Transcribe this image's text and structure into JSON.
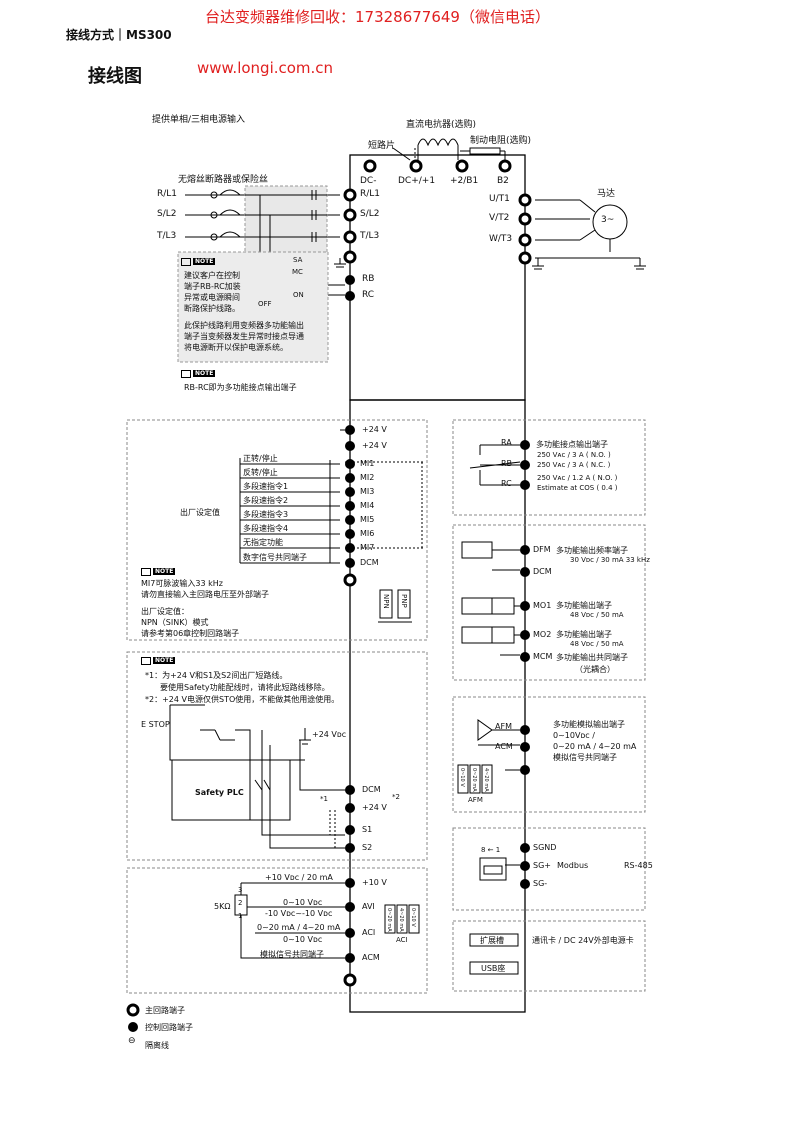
{
  "header": {
    "promo": "台达变频器维修回收：17328677649（微信电话）",
    "doc_title": "接线方式｜MS300",
    "section_title": "接线图",
    "url": "www.longi.com.cn"
  },
  "top": {
    "power_input": "提供单相/三相电源输入",
    "dc_reactor": "直流电抗器(选购)",
    "short_bar": "短路片",
    "brake_resistor": "制动电阻(选购)",
    "breaker": "无熔丝断路器或保险丝",
    "motor": "马达",
    "motor_symbol": "3~",
    "input_lines": [
      "R/L1",
      "S/L2",
      "T/L3"
    ],
    "dc_terminals": [
      "DC-",
      "DC+/+1",
      "+2/B1",
      "B2"
    ],
    "input_terminals": [
      "R/L1",
      "S/L2",
      "T/L3"
    ],
    "output_terminals": [
      "U/T1",
      "V/T2",
      "W/T3"
    ],
    "relay_terms": [
      "RB",
      "RC"
    ],
    "sa": "SA",
    "mc": "MC",
    "on": "ON",
    "off": "OFF",
    "note_text": [
      "建议客户在控制",
      "端子RB-RC加装",
      "异常或电源瞬间",
      "断路保护线路。",
      "",
      "此保护线路利用变频器多功能输出",
      "端子当变频器发生异常时接点导通",
      "将电源断开以保护电源系统。"
    ],
    "note2_text": "RB-RC即为多功能接点输出端子",
    "note_label": "NOTE"
  },
  "digital": {
    "p24a": "+24 V",
    "p24b": "+24 V",
    "factory": "出厂设定值",
    "inputs": [
      {
        "label": "正转/停止",
        "term": "MI1"
      },
      {
        "label": "反转/停止",
        "term": "MI2"
      },
      {
        "label": "多段速指令1",
        "term": "MI3"
      },
      {
        "label": "多段速指令2",
        "term": "MI4"
      },
      {
        "label": "多段速指令3",
        "term": "MI5"
      },
      {
        "label": "多段速指令4",
        "term": "MI6"
      },
      {
        "label": "无指定功能",
        "term": "MI7"
      },
      {
        "label": "数字信号共同端子",
        "term": "DCM"
      }
    ],
    "note1": "MI7可脉波输入33 kHz",
    "note2": "请勿直接输入主回路电压至外部端子",
    "default_title": "出厂设定值：",
    "default_mode": "NPN（SINK）模式",
    "default_ref": "请参考第06章控制回路端子",
    "npn": "NPN",
    "pnp": "PNP"
  },
  "sto": {
    "n1": "*1：为+24 V和S1及S2间出厂短路线。",
    "n1b": "要使用Safety功能配线时，请将此短路线移除。",
    "n2": "*2：+24 V电源仅供STO使用，不能做其他用途使用。",
    "estop": "E STOP",
    "plc": "Safety PLC",
    "v24": "+24 Vᴅᴄ",
    "terms": [
      "DCM",
      "+24 V",
      "S1",
      "S2"
    ],
    "mark1": "*1",
    "mark2": "*2"
  },
  "analog_in": {
    "terms": [
      "+10 V",
      "AVI",
      "ACI",
      "ACM"
    ],
    "l1": "+10 Vᴅᴄ / 20 mA",
    "l2": "0~10 Vᴅᴄ",
    "l3": "-10 Vᴅᴄ~-10 Vᴅᴄ",
    "l4": "0~20 mA / 4~20 mA",
    "l5": "0~10 Vᴅᴄ",
    "l6": "模拟信号共同端子",
    "pot": "5KΩ",
    "pins": [
      "3",
      "2",
      "1"
    ],
    "aci": "ACI",
    "sw_labels": [
      "0~20 mA",
      "4~20 mA",
      "0~10 V"
    ]
  },
  "relay_out": {
    "terms": [
      "RA",
      "RB",
      "RC"
    ],
    "title": "多功能接点输出端子",
    "r1": "250 Vᴀᴄ / 3 A ( N.O. )",
    "r2": "250 Vᴀᴄ / 3 A ( N.C. )",
    "r3": "250 Vᴀᴄ / 1.2 A ( N.O. )",
    "r4": "Estimate at COS ( 0.4 )"
  },
  "freq_out": {
    "dfm": "DFM",
    "dfm_title": "多功能输出频率端子",
    "dfm_spec": "30 Vᴅᴄ / 30 mA  33 kHz",
    "dcm": "DCM",
    "mo1": "MO1",
    "mo1_title": "多功能输出端子",
    "mo1_spec": "48 Vᴅᴄ / 50 mA",
    "mo2": "MO2",
    "mo2_title": "多功能输出端子",
    "mo2_spec": "48 Vᴅᴄ / 50 mA",
    "mcm": "MCM",
    "mcm_title": "多功能输出共同端子",
    "mcm_sub": "（光耦合）"
  },
  "analog_out": {
    "afm": "AFM",
    "acm": "ACM",
    "title": "多功能模拟输出端子",
    "s1": "0~10Vᴅᴄ /",
    "s2": "0~20 mA / 4~20 mA",
    "s3": "模拟信号共同端子",
    "sw_labels": [
      "0~10 V",
      "0~20 mA",
      "4~20 mA"
    ],
    "sw_name": "AFM"
  },
  "comm": {
    "sgnd": "SGND",
    "sgp": "SG+",
    "sgm": "SG-",
    "modbus": "Modbus",
    "rs485": "RS-485",
    "pins": "8 ← 1"
  },
  "ext": {
    "slot": "扩展槽",
    "usb": "USB座",
    "card": "通讯卡 / DC 24V外部电源卡"
  },
  "legend": {
    "main": "主回路端子",
    "ctrl": "控制回路端子",
    "shield": "隔离线"
  }
}
